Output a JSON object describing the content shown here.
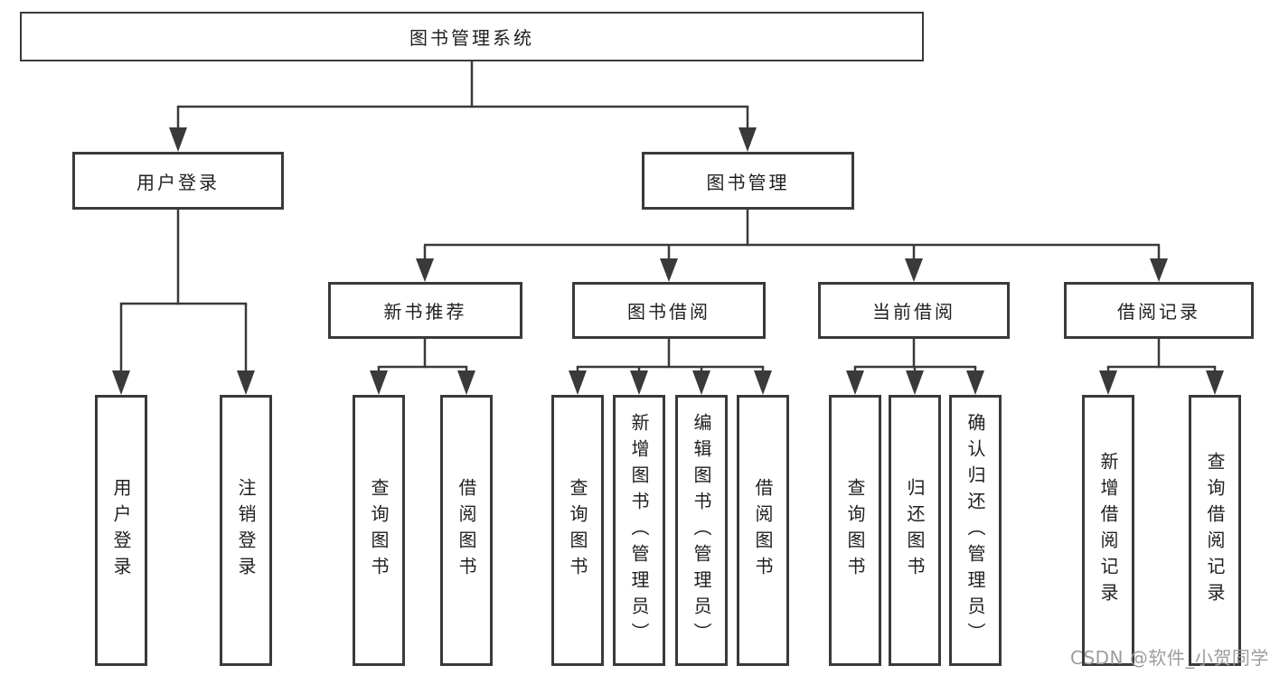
{
  "colors": {
    "background": "#ffffff",
    "line": "#3a3a3a",
    "box_border": "#3a3a3a",
    "text": "#1f1f1f",
    "watermark": "#9d9d9d"
  },
  "watermark": {
    "text": "CSDN @软件_小贺同学"
  },
  "tree": {
    "label": "图书管理系统",
    "children": [
      {
        "label": "用户登录",
        "children": [
          {
            "label": "用户登录"
          },
          {
            "label": "注销登录"
          }
        ]
      },
      {
        "label": "图书管理",
        "children": [
          {
            "label": "新书推荐",
            "children": [
              {
                "label": "查询图书"
              },
              {
                "label": "借阅图书"
              }
            ]
          },
          {
            "label": "图书借阅",
            "children": [
              {
                "label": "查询图书"
              },
              {
                "label": "新增图书（管理员）"
              },
              {
                "label": "编辑图书（管理员）"
              },
              {
                "label": "借阅图书"
              }
            ]
          },
          {
            "label": "当前借阅",
            "children": [
              {
                "label": "查询图书"
              },
              {
                "label": "归还图书"
              },
              {
                "label": "确认归还（管理员）"
              }
            ]
          },
          {
            "label": "借阅记录",
            "children": [
              {
                "label": "新增借阅记录"
              },
              {
                "label": "查询借阅记录"
              }
            ]
          }
        ]
      }
    ]
  }
}
